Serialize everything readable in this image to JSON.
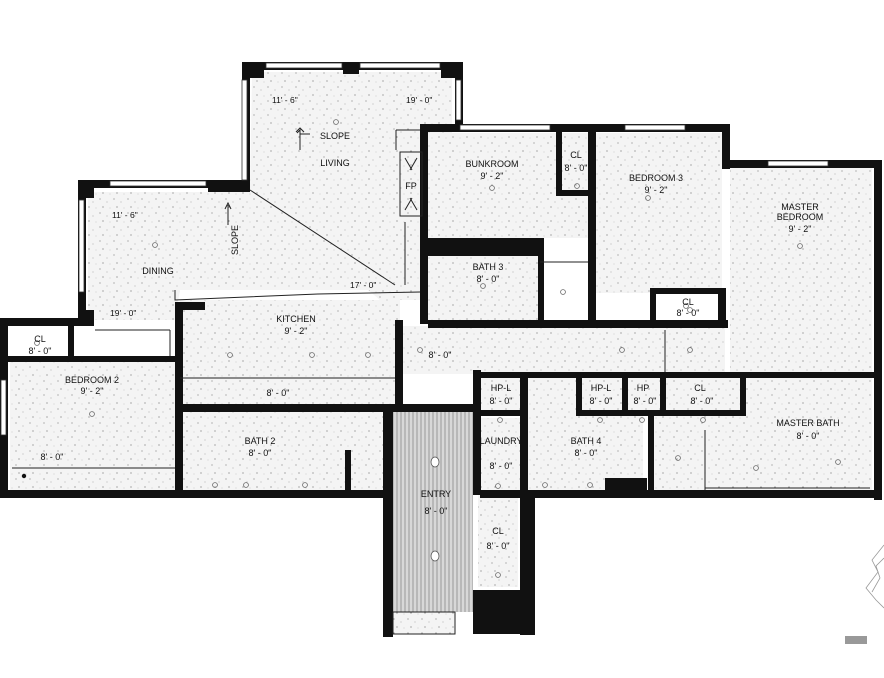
{
  "rooms": {
    "living": "LIVING",
    "slope1": "SLOPE",
    "slope2": "SLOPE",
    "fp": "FP",
    "dining": "DINING",
    "kitchen": "KITCHEN",
    "kitchen_h": "9' - 2\"",
    "bunkroom": "BUNKROOM",
    "bunkroom_h": "9' - 2\"",
    "cl_bunk": "CL",
    "cl_bunk_h": "8' - 0\"",
    "bedroom3": "BEDROOM 3",
    "bedroom3_h": "9' - 2\"",
    "master_bedroom_1": "MASTER",
    "master_bedroom_2": "BEDROOM",
    "master_bedroom_h": "9' - 2\"",
    "bath3": "BATH 3",
    "bath3_h": "8' - 0\"",
    "cl_b3": "CL",
    "cl_b3_h": "8' - 0\"",
    "hall_h": "8' - 0\"",
    "cl_bed2": "CL",
    "cl_bed2_h": "8' - 0\"",
    "bedroom2": "BEDROOM 2",
    "bedroom2_h": "9' - 2\"",
    "bedroom2_h2": "8' - 0\"",
    "kitchen_h2": "8' - 0\"",
    "bath2": "BATH 2",
    "bath2_h": "8' - 0\"",
    "hpl1": "HP-L",
    "hpl1_h": "8' - 0\"",
    "laundry": "LAUNDRY",
    "laundry_h": "8' - 0\"",
    "entry": "ENTRY",
    "entry_h": "8' - 0\"",
    "cl_entry": "CL",
    "cl_entry_h": "8' - 0\"",
    "bath4": "BATH 4",
    "bath4_h": "8' - 0\"",
    "hpl2": "HP-L",
    "hpl2_h": "8' - 0\"",
    "hp": "HP",
    "hp_h": "8' - 0\"",
    "cl_mb": "CL",
    "cl_mb_h": "8' - 0\"",
    "master_bath": "MASTER BATH",
    "master_bath_h": "8' - 0\""
  },
  "dimensions": {
    "living_a": "11' - 6\"",
    "living_b": "19' - 0\"",
    "living_c": "17' - 0\"",
    "dining_a": "11' - 6\"",
    "dining_b": "19' - 0\""
  }
}
